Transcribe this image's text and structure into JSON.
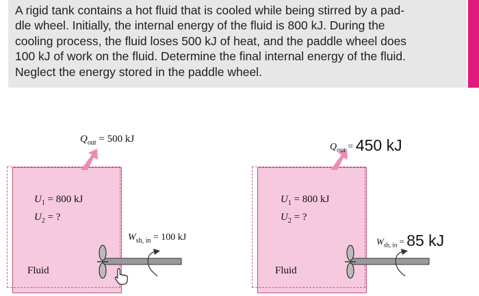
{
  "problem": {
    "lines": [
      "A rigid tank contains a hot fluid that is cooled while being stirred by a pad-",
      "dle wheel. Initially, the internal energy of the fluid is 800 kJ. During the",
      "cooling process, the fluid loses 500 kJ of heat, and the paddle wheel does",
      "100 kJ of work on the fluid. Determine the final internal energy of the fluid.",
      "Neglect the energy stored in the paddle wheel."
    ]
  },
  "left_diagram": {
    "q_symbol": "Q",
    "q_sub": "out",
    "q_value": " = 500 kJ",
    "u1_symbol": "U",
    "u1_sub": "1",
    "u1_value": " = 800 kJ",
    "u2_symbol": "U",
    "u2_sub": "2",
    "u2_value": " = ?",
    "w_symbol": "W",
    "w_sub": "sh, in",
    "w_value": " = 100 kJ",
    "fluid_label": "Fluid"
  },
  "right_diagram": {
    "q_symbol": "Q",
    "q_sub": "out",
    "q_eq": " = ",
    "q_value": "450 kJ",
    "u1_symbol": "U",
    "u1_sub": "1",
    "u1_value": " = 800 kJ",
    "u2_symbol": "U",
    "u2_sub": "2",
    "u2_value": " = ?",
    "w_symbol": "W",
    "w_sub": "sh, in",
    "w_eq": " = ",
    "w_value": "85 kJ",
    "fluid_label": "Fluid"
  },
  "colors": {
    "tank_fill": "#f6c9de",
    "tank_border": "#c0567f",
    "arrow": "#f08ab5",
    "accent_bar": "#e2197c",
    "text_panel": "#e7e7e7"
  },
  "icons": [
    "hand-pointer-cursor-icon",
    "paddle-wheel-icon",
    "rotation-arrow-icon",
    "heat-out-arrow-icon"
  ]
}
